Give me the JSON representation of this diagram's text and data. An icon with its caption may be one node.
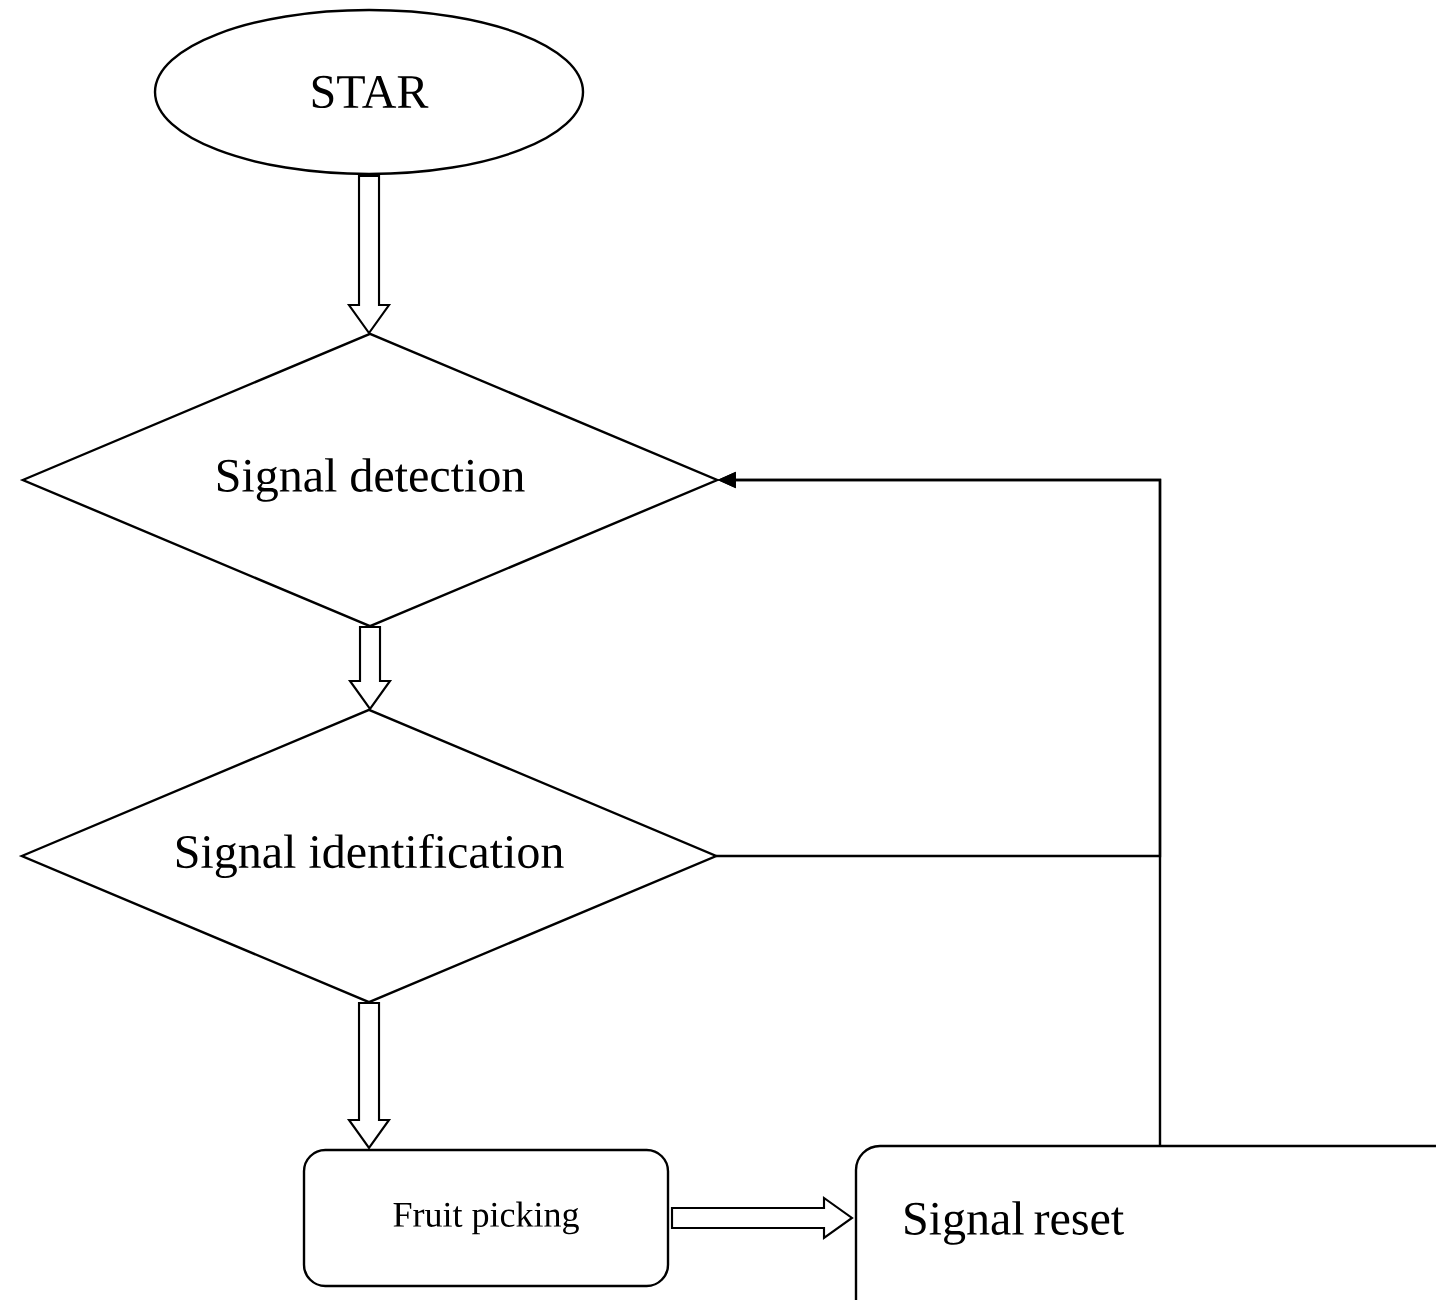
{
  "diagram": {
    "nodes": [
      {
        "text": [
          "STAR"
        ]
      },
      {
        "text": [
          "Signal detection"
        ]
      },
      {
        "text": [
          "Signal identification"
        ]
      },
      {
        "text": [
          "Fruit picking"
        ]
      },
      {
        "text": [
          "Signal reset"
        ]
      }
    ],
    "edges": [
      {
        "from": 0,
        "to": 1,
        "arrow": "to"
      },
      {
        "from": 1,
        "to": 2,
        "arrow": "to"
      },
      {
        "from": 2,
        "to": 3,
        "arrow": "to"
      },
      {
        "from": 3,
        "to": 4,
        "arrow": "to"
      },
      {
        "from": 4,
        "to": 1,
        "arrow": "to"
      },
      {
        "from": 2,
        "to": 1,
        "arrow": "to"
      }
    ]
  }
}
